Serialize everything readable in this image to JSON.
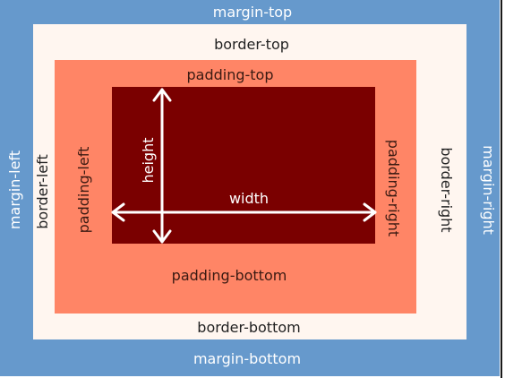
{
  "colors": {
    "margin": "#6699cc",
    "border": "#fff6f0",
    "padding": "#ff8566",
    "content": "#7a0000",
    "margin_text": "#ffffff",
    "border_text": "#222222",
    "padding_text": "#3a1a12",
    "content_text": "#ffffff",
    "arrow": "#ffffff"
  },
  "margin": {
    "top": "margin-top",
    "bottom": "margin-bottom",
    "left": "margin-left",
    "right": "margin-right"
  },
  "border": {
    "top": "border-top",
    "bottom": "border-bottom",
    "left": "border-left",
    "right": "border-right"
  },
  "padding": {
    "top": "padding-top",
    "bottom": "padding-bottom",
    "left": "padding-left",
    "right": "padding-right"
  },
  "content": {
    "width": "width",
    "height": "height"
  }
}
